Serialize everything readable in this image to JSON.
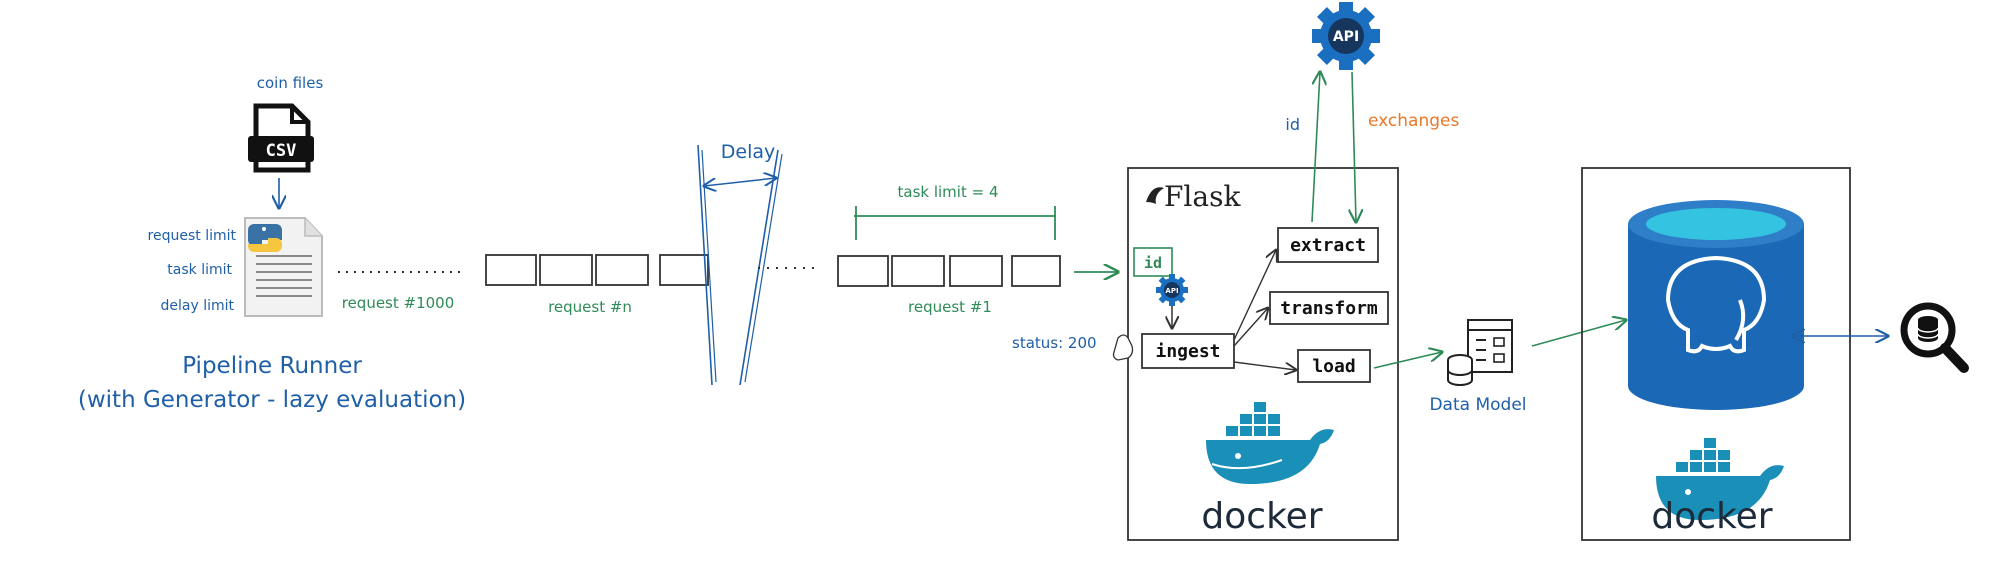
{
  "colors": {
    "blue": "#1f5fa8",
    "green": "#2e8b57",
    "orange": "#e8782a",
    "black": "#222222",
    "docker": "#1a8fb8",
    "docker_text": "#1c2a3a",
    "pg_blue": "#1b69b6",
    "pg_cyan": "#34c3e0"
  },
  "source": {
    "file_label": "coin files",
    "file_badge": "CSV",
    "params": [
      "request limit",
      "task limit",
      "delay limit"
    ],
    "runner_title": "Pipeline Runner",
    "runner_subtitle": "(with Generator - lazy evaluation)"
  },
  "queue": {
    "last_label": "request #1000",
    "mid_label": "request #n",
    "first_label": "request #1",
    "delay_label": "Delay",
    "task_limit_label": "task limit = 4"
  },
  "flask": {
    "logo_text": "Flask",
    "id_label": "id",
    "status_label": "status: 200",
    "ingest": "ingest",
    "extract": "extract",
    "transform": "transform",
    "load": "load",
    "api_small": "API",
    "docker_text": "docker"
  },
  "api": {
    "badge": "API",
    "id_label": "id",
    "exchanges_label": "exchanges"
  },
  "model": {
    "label": "Data Model"
  },
  "db": {
    "docker_text": "docker"
  }
}
